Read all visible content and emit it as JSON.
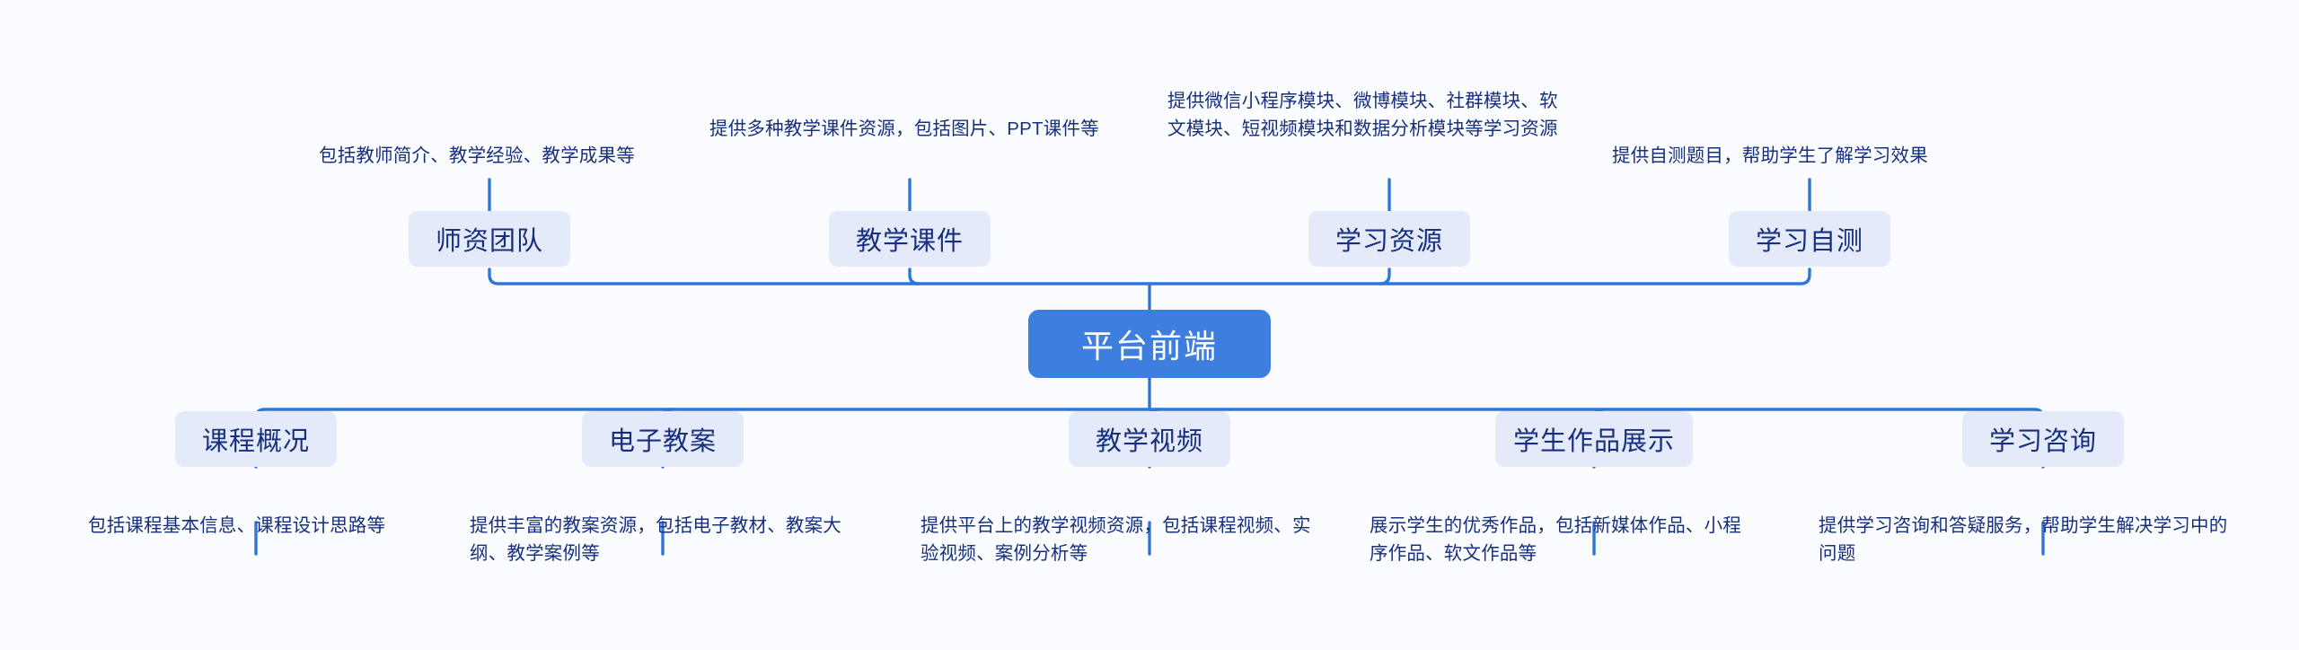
{
  "diagram": {
    "title": "平台前端",
    "type": "mindmap",
    "background_color": "#fbfcff",
    "root_color": "#3d7ede",
    "node_color": "#e5eafb",
    "text_color": "#17307e",
    "line_color": "#2f76d8"
  },
  "root": {
    "label": "平台前端"
  },
  "top_branches": [
    {
      "label": "师资团队",
      "note": "包括教师简介、教学经验、教学成果等"
    },
    {
      "label": "教学课件",
      "note": "提供多种教学课件资源，包括图片、PPT课件等"
    },
    {
      "label": "学习资源",
      "note": "提供微信小程序模块、微博模块、社群模块、软文模块、短视频模块和数据分析模块等学习资源"
    },
    {
      "label": "学习自测",
      "note": "提供自测题目，帮助学生了解学习效果"
    }
  ],
  "bottom_branches": [
    {
      "label": "课程概况",
      "note": "包括课程基本信息、课程设计思路等"
    },
    {
      "label": "电子教案",
      "note": "提供丰富的教案资源，包括电子教材、教案大纲、教学案例等"
    },
    {
      "label": "教学视频",
      "note": "提供平台上的教学视频资源，包括课程视频、实验视频、案例分析等"
    },
    {
      "label": "学生作品展示",
      "note": "展示学生的优秀作品，包括新媒体作品、小程序作品、软文作品等"
    },
    {
      "label": "学习咨询",
      "note": "提供学习咨询和答疑服务，帮助学生解决学习中的问题"
    }
  ]
}
